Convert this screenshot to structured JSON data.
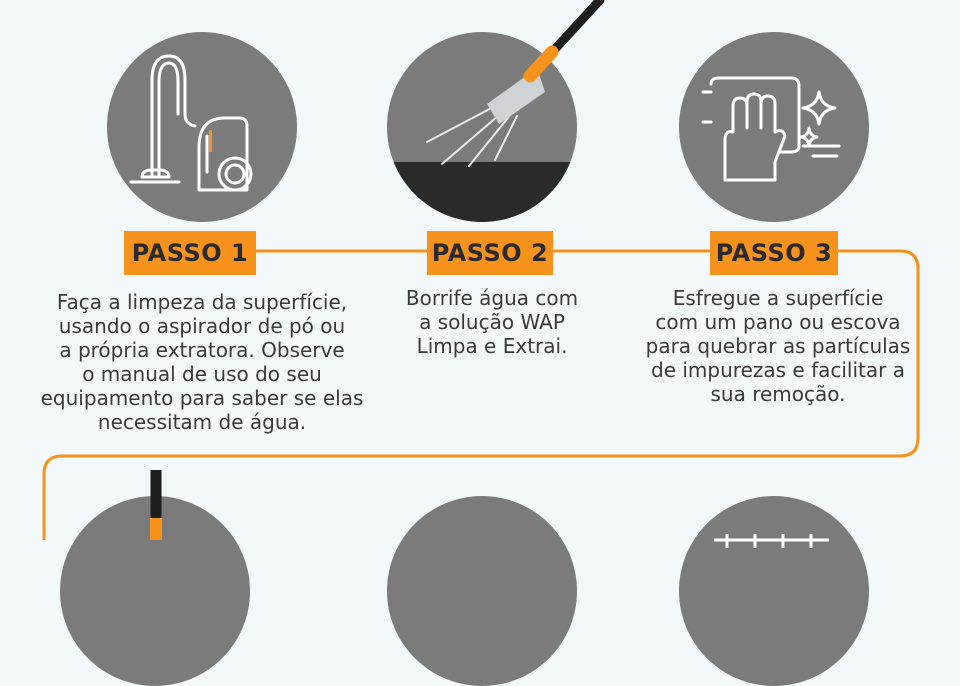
{
  "colors": {
    "background": "#f3f8fb",
    "accent": "#f7931d",
    "circle": "#7b7b7b",
    "icon": "#ffffff",
    "text": "#3a3a3a"
  },
  "steps": [
    {
      "label": "PASSO 1",
      "icon": "vacuum-cleaner-icon",
      "description": "Faça a limpeza da superfície,\nusando o aspirador de pó ou\na própria extratora. Observe\no manual de uso do seu\nequipamento para saber se elas\nnecessitam de água."
    },
    {
      "label": "PASSO 2",
      "icon": "spray-wand-icon",
      "description": "Borrife água com\na solução WAP\nLimpa e Extrai."
    },
    {
      "label": "PASSO 3",
      "icon": "glove-cloth-sparkle-icon",
      "description": "Esfregue a superfície\ncom um pano ou escova\npara quebrar as partículas\nde impurezas e facilitar a\nsua remoção."
    }
  ],
  "next_row_icons": [
    "wand-tool-icon",
    "step-icon",
    "rack-icon"
  ]
}
